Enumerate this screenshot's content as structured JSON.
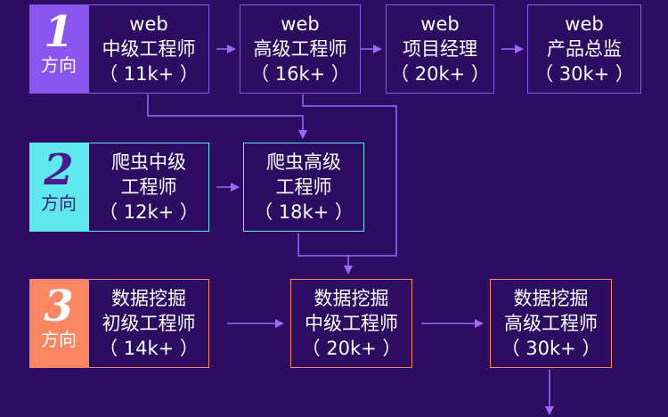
{
  "colors": {
    "background": "#2d0d62",
    "path1": "#8a55ee",
    "path2": "#5fe9ee",
    "path3": "#fb8662",
    "connector": "#a066ff"
  },
  "rows": [
    {
      "badge": {
        "number": "1",
        "label": "方向"
      },
      "nodes": [
        {
          "lines": [
            "web",
            "中级工程师",
            "（ 11k+ ）"
          ]
        },
        {
          "lines": [
            "web",
            "高级工程师",
            "（ 16k+ ）"
          ]
        },
        {
          "lines": [
            "web",
            "项目经理",
            "（ 20k+ ）"
          ]
        },
        {
          "lines": [
            "web",
            "产品总监",
            "（ 30k+ ）"
          ]
        }
      ]
    },
    {
      "badge": {
        "number": "2",
        "label": "方向"
      },
      "nodes": [
        {
          "lines": [
            "爬虫中级",
            "工程师",
            "（ 12k+ ）"
          ]
        },
        {
          "lines": [
            "爬虫高级",
            "工程师",
            "（ 18k+ ）"
          ]
        }
      ]
    },
    {
      "badge": {
        "number": "3",
        "label": "方向"
      },
      "nodes": [
        {
          "lines": [
            "数据挖掘",
            "初级工程师",
            "（ 14k+ ）"
          ]
        },
        {
          "lines": [
            "数据挖掘",
            "中级工程师",
            "（ 20k+ ）"
          ]
        },
        {
          "lines": [
            "数据挖掘",
            "高级工程师",
            "（ 30k+ ）"
          ]
        }
      ]
    }
  ]
}
